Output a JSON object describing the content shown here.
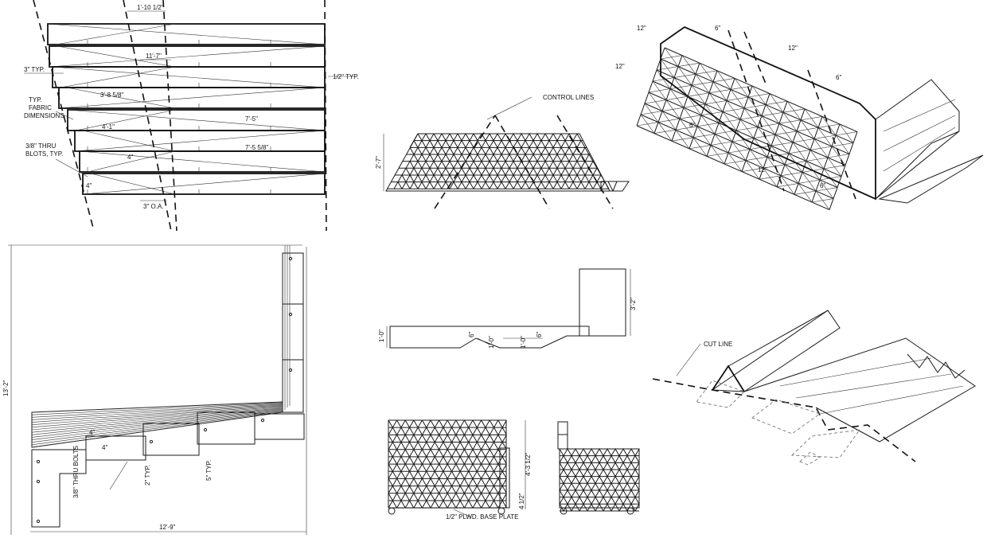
{
  "labels": {
    "top_dim": "1'-10 1/2\"",
    "typ_3": "3\" TYP.",
    "typ_half": "1/2\" TYP.",
    "dim_11_7": "11'-7\"",
    "dim_3_8": "3'-8 5/8\"",
    "dim_4_1": "4'-1\"",
    "dim_7_5": "7'-5\"",
    "dim_7_5b": "7'-5 5/8\"",
    "fabric": [
      "TYP.",
      "FABRIC",
      "DIMENSIONS"
    ],
    "bolts": [
      "3/8\" THRU",
      "BLOTS, TYP."
    ],
    "dim_4": "4\"",
    "oa_3": "3\" O.A.",
    "control_lines": "CONTROL LINES",
    "dim_2_7": "2'-7\"",
    "iso_dims": [
      "12\"",
      "12\"",
      "6\"",
      "12\"",
      "6\"",
      "6\"",
      "12\"",
      "6\""
    ],
    "height_13_2": "13'-2\"",
    "width_12_9": "12'-9\"",
    "thru_bolts": "3/8\" THRU BOLTS",
    "typ_2": "2\" TYP.",
    "typ_5": "5\" TYP.",
    "dim_1_0": "1'-0\"",
    "dim_3_2": "3'-2\"",
    "dim_6": "6\"",
    "cut_line": "CUT LINE",
    "dim_4_3": "4'-3 1/2\"",
    "base_plate": "1/2\" PLWD. BASE PLATE",
    "dim_4_half": "4 1/2\""
  }
}
